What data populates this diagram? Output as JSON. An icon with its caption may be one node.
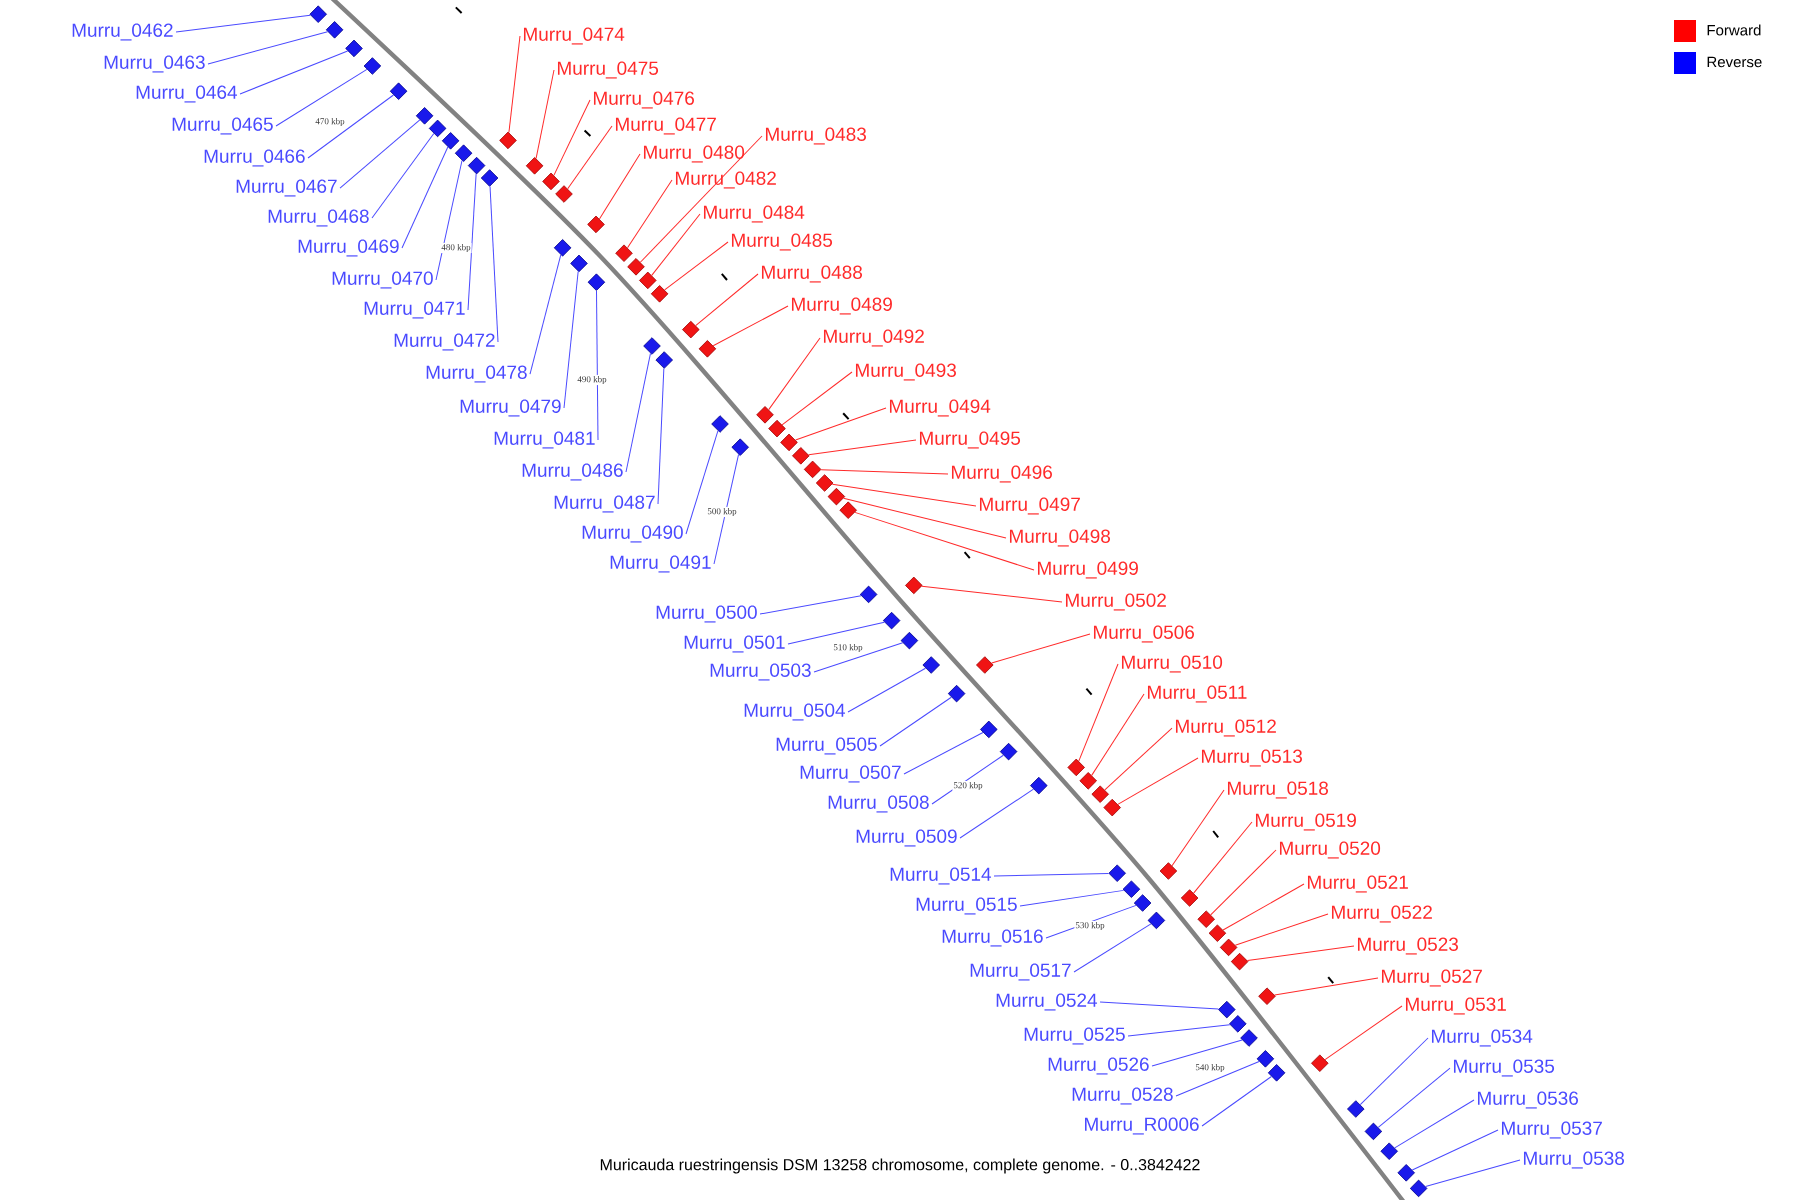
{
  "diagram": {
    "caption": "Muricauda ruestringensis DSM 13258 chromosome, complete genome. - 0..3842422",
    "nodes": [
      {
        "text": [
          "Murru_0462"
        ]
      },
      {
        "text": [
          "Murru_0463"
        ]
      },
      {
        "text": [
          "Murru_0464"
        ]
      },
      {
        "text": [
          "Murru_0465"
        ]
      },
      {
        "text": [
          "Murru_0466"
        ]
      },
      {
        "text": [
          "Murru_0467"
        ]
      },
      {
        "text": [
          "Murru_0468"
        ]
      },
      {
        "text": [
          "Murru_0469"
        ]
      },
      {
        "text": [
          "Murru_0470"
        ]
      },
      {
        "text": [
          "Murru_0471"
        ]
      },
      {
        "text": [
          "Murru_0472"
        ]
      },
      {
        "text": [
          "Murru_0478"
        ]
      },
      {
        "text": [
          "Murru_0479"
        ]
      },
      {
        "text": [
          "Murru_0481"
        ]
      },
      {
        "text": [
          "Murru_0486"
        ]
      },
      {
        "text": [
          "Murru_0487"
        ]
      },
      {
        "text": [
          "Murru_0490"
        ]
      },
      {
        "text": [
          "Murru_0491"
        ]
      },
      {
        "text": [
          "Murru_0500"
        ]
      },
      {
        "text": [
          "Murru_0501"
        ]
      },
      {
        "text": [
          "Murru_0503"
        ]
      },
      {
        "text": [
          "Murru_0504"
        ]
      },
      {
        "text": [
          "Murru_0505"
        ]
      },
      {
        "text": [
          "Murru_0507"
        ]
      },
      {
        "text": [
          "Murru_0508"
        ]
      },
      {
        "text": [
          "Murru_0509"
        ]
      },
      {
        "text": [
          "Murru_0514"
        ]
      },
      {
        "text": [
          "Murru_0515"
        ]
      },
      {
        "text": [
          "Murru_0516"
        ]
      },
      {
        "text": [
          "Murru_0517"
        ]
      },
      {
        "text": [
          "Murru_0524"
        ]
      },
      {
        "text": [
          "Murru_0525"
        ]
      },
      {
        "text": [
          "Murru_0526"
        ]
      },
      {
        "text": [
          "Murru_0528"
        ]
      },
      {
        "text": [
          "Murru_R0006"
        ]
      },
      {
        "text": [
          "Murru_0474"
        ]
      },
      {
        "text": [
          "Murru_0475"
        ]
      },
      {
        "text": [
          "Murru_0476"
        ]
      },
      {
        "text": [
          "Murru_0477"
        ]
      },
      {
        "text": [
          "Murru_0480"
        ]
      },
      {
        "text": [
          "Murru_0482"
        ]
      },
      {
        "text": [
          "Murru_0483"
        ]
      },
      {
        "text": [
          "Murru_0484"
        ]
      },
      {
        "text": [
          "Murru_0485"
        ]
      },
      {
        "text": [
          "Murru_0488"
        ]
      },
      {
        "text": [
          "Murru_0489"
        ]
      },
      {
        "text": [
          "Murru_0492"
        ]
      },
      {
        "text": [
          "Murru_0493"
        ]
      },
      {
        "text": [
          "Murru_0494"
        ]
      },
      {
        "text": [
          "Murru_0495"
        ]
      },
      {
        "text": [
          "Murru_0496"
        ]
      },
      {
        "text": [
          "Murru_0497"
        ]
      },
      {
        "text": [
          "Murru_0498"
        ]
      },
      {
        "text": [
          "Murru_0499"
        ]
      },
      {
        "text": [
          "Murru_0502"
        ]
      },
      {
        "text": [
          "Murru_0506"
        ]
      },
      {
        "text": [
          "Murru_0510"
        ]
      },
      {
        "text": [
          "Murru_0511"
        ]
      },
      {
        "text": [
          "Murru_0512"
        ]
      },
      {
        "text": [
          "Murru_0513"
        ]
      },
      {
        "text": [
          "Murru_0518"
        ]
      },
      {
        "text": [
          "Murru_0519"
        ]
      },
      {
        "text": [
          "Murru_0520"
        ]
      },
      {
        "text": [
          "Murru_0521"
        ]
      },
      {
        "text": [
          "Murru_0522"
        ]
      },
      {
        "text": [
          "Murru_0523"
        ]
      },
      {
        "text": [
          "Murru_0527"
        ]
      },
      {
        "text": [
          "Murru_0531"
        ]
      },
      {
        "text": [
          "Murru_0534"
        ]
      },
      {
        "text": [
          "Murru_0535"
        ]
      },
      {
        "text": [
          "Murru_0536"
        ]
      },
      {
        "text": [
          "Murru_0537"
        ]
      },
      {
        "text": [
          "Murru_0538"
        ]
      },
      {
        "text": [],
        "shape": "diamond"
      },
      {
        "text": [],
        "shape": "diamond"
      },
      {
        "text": [],
        "shape": "diamond"
      },
      {
        "text": [],
        "shape": "diamond"
      },
      {
        "text": [],
        "shape": "diamond"
      },
      {
        "text": [],
        "shape": "diamond"
      },
      {
        "text": [],
        "shape": "diamond"
      },
      {
        "text": [],
        "shape": "diamond"
      },
      {
        "text": [],
        "shape": "diamond"
      },
      {
        "text": [],
        "shape": "diamond"
      },
      {
        "text": [],
        "shape": "diamond"
      },
      {
        "text": [],
        "shape": "diamond"
      },
      {
        "text": [],
        "shape": "diamond"
      },
      {
        "text": [],
        "shape": "diamond"
      },
      {
        "text": [],
        "shape": "diamond"
      },
      {
        "text": [],
        "shape": "diamond"
      },
      {
        "text": [],
        "shape": "diamond"
      },
      {
        "text": [],
        "shape": "diamond"
      },
      {
        "text": [],
        "shape": "diamond"
      },
      {
        "text": [],
        "shape": "diamond"
      },
      {
        "text": [],
        "shape": "diamond"
      },
      {
        "text": [],
        "shape": "diamond"
      },
      {
        "text": [],
        "shape": "diamond"
      },
      {
        "text": [],
        "shape": "diamond"
      },
      {
        "text": [],
        "shape": "diamond"
      },
      {
        "text": [],
        "shape": "diamond"
      },
      {
        "text": [],
        "shape": "diamond"
      },
      {
        "text": [],
        "shape": "diamond"
      },
      {
        "text": [],
        "shape": "diamond"
      },
      {
        "text": [],
        "shape": "diamond"
      },
      {
        "text": [],
        "shape": "diamond"
      },
      {
        "text": [],
        "shape": "diamond"
      },
      {
        "text": [],
        "shape": "diamond"
      },
      {
        "text": [],
        "shape": "diamond"
      },
      {
        "text": [],
        "shape": "diamond"
      },
      {
        "text": [],
        "shape": "diamond"
      },
      {
        "text": [],
        "shape": "diamond"
      },
      {
        "text": [],
        "shape": "diamond"
      },
      {
        "text": [],
        "shape": "diamond"
      },
      {
        "text": [],
        "shape": "diamond"
      },
      {
        "text": [],
        "shape": "diamond"
      },
      {
        "text": [],
        "shape": "diamond"
      },
      {
        "text": [],
        "shape": "diamond"
      },
      {
        "text": [],
        "shape": "diamond"
      },
      {
        "text": [],
        "shape": "diamond"
      },
      {
        "text": [],
        "shape": "diamond"
      },
      {
        "text": [],
        "shape": "diamond"
      },
      {
        "text": [],
        "shape": "diamond"
      },
      {
        "text": [],
        "shape": "diamond"
      },
      {
        "text": [],
        "shape": "diamond"
      },
      {
        "text": [],
        "shape": "diamond"
      },
      {
        "text": [],
        "shape": "diamond"
      },
      {
        "text": [],
        "shape": "diamond"
      },
      {
        "text": [],
        "shape": "diamond"
      },
      {
        "text": [],
        "shape": "diamond"
      },
      {
        "text": [],
        "shape": "diamond"
      },
      {
        "text": [],
        "shape": "diamond"
      },
      {
        "text": [],
        "shape": "diamond"
      },
      {
        "text": [],
        "shape": "diamond"
      },
      {
        "text": [],
        "shape": "diamond"
      },
      {
        "text": [],
        "shape": "diamond"
      },
      {
        "text": [],
        "shape": "diamond"
      },
      {
        "text": [],
        "shape": "diamond"
      },
      {
        "text": [],
        "shape": "diamond"
      },
      {
        "text": [],
        "shape": "diamond"
      },
      {
        "text": [],
        "shape": "diamond"
      },
      {
        "text": [],
        "shape": "diamond"
      },
      {
        "text": [],
        "shape": "diamond"
      },
      {
        "text": [],
        "shape": "diamond"
      },
      {
        "text": [],
        "shape": "diamond"
      },
      {
        "text": [],
        "shape": "diamond"
      },
      {
        "text": [],
        "shape": "diamond"
      },
      {
        "text": [],
        "shape": "diamond"
      }
    ],
    "edges": [
      {
        "from": 0,
        "to": 73,
        "arrow": "none"
      },
      {
        "from": 1,
        "to": 74,
        "arrow": "none"
      },
      {
        "from": 2,
        "to": 75,
        "arrow": "none"
      },
      {
        "from": 3,
        "to": 76,
        "arrow": "none"
      },
      {
        "from": 4,
        "to": 77,
        "arrow": "none"
      },
      {
        "from": 5,
        "to": 78,
        "arrow": "none"
      },
      {
        "from": 6,
        "to": 79,
        "arrow": "none"
      },
      {
        "from": 7,
        "to": 80,
        "arrow": "none"
      },
      {
        "from": 8,
        "to": 81,
        "arrow": "none"
      },
      {
        "from": 9,
        "to": 82,
        "arrow": "none"
      },
      {
        "from": 10,
        "to": 83,
        "arrow": "none"
      },
      {
        "from": 11,
        "to": 88,
        "arrow": "none"
      },
      {
        "from": 12,
        "to": 89,
        "arrow": "none"
      },
      {
        "from": 13,
        "to": 91,
        "arrow": "none"
      },
      {
        "from": 14,
        "to": 96,
        "arrow": "none"
      },
      {
        "from": 15,
        "to": 97,
        "arrow": "none"
      },
      {
        "from": 16,
        "to": 100,
        "arrow": "none"
      },
      {
        "from": 17,
        "to": 101,
        "arrow": "none"
      },
      {
        "from": 18,
        "to": 110,
        "arrow": "none"
      },
      {
        "from": 19,
        "to": 111,
        "arrow": "none"
      },
      {
        "from": 20,
        "to": 113,
        "arrow": "none"
      },
      {
        "from": 21,
        "to": 114,
        "arrow": "none"
      },
      {
        "from": 22,
        "to": 115,
        "arrow": "none"
      },
      {
        "from": 23,
        "to": 117,
        "arrow": "none"
      },
      {
        "from": 24,
        "to": 118,
        "arrow": "none"
      },
      {
        "from": 25,
        "to": 119,
        "arrow": "none"
      },
      {
        "from": 26,
        "to": 124,
        "arrow": "none"
      },
      {
        "from": 27,
        "to": 125,
        "arrow": "none"
      },
      {
        "from": 28,
        "to": 126,
        "arrow": "none"
      },
      {
        "from": 29,
        "to": 127,
        "arrow": "none"
      },
      {
        "from": 30,
        "to": 134,
        "arrow": "none"
      },
      {
        "from": 31,
        "to": 135,
        "arrow": "none"
      },
      {
        "from": 32,
        "to": 136,
        "arrow": "none"
      },
      {
        "from": 33,
        "to": 138,
        "arrow": "none"
      },
      {
        "from": 34,
        "to": 139,
        "arrow": "none"
      },
      {
        "from": 35,
        "to": 84,
        "arrow": "none",
        "color": "#ff2a2a"
      },
      {
        "from": 36,
        "to": 85,
        "arrow": "none",
        "color": "#ff2a2a"
      },
      {
        "from": 37,
        "to": 86,
        "arrow": "none",
        "color": "#ff2a2a"
      },
      {
        "from": 38,
        "to": 87,
        "arrow": "none",
        "color": "#ff2a2a"
      },
      {
        "from": 39,
        "to": 90,
        "arrow": "none",
        "color": "#ff2a2a"
      },
      {
        "from": 40,
        "to": 92,
        "arrow": "none",
        "color": "#ff2a2a"
      },
      {
        "from": 41,
        "to": 93,
        "arrow": "none",
        "color": "#ff2a2a"
      },
      {
        "from": 42,
        "to": 94,
        "arrow": "none",
        "color": "#ff2a2a"
      },
      {
        "from": 43,
        "to": 95,
        "arrow": "none",
        "color": "#ff2a2a"
      },
      {
        "from": 44,
        "to": 98,
        "arrow": "none",
        "color": "#ff2a2a"
      },
      {
        "from": 45,
        "to": 99,
        "arrow": "none",
        "color": "#ff2a2a"
      },
      {
        "from": 46,
        "to": 102,
        "arrow": "none",
        "color": "#ff2a2a"
      },
      {
        "from": 47,
        "to": 103,
        "arrow": "none",
        "color": "#ff2a2a"
      },
      {
        "from": 48,
        "to": 104,
        "arrow": "none",
        "color": "#ff2a2a"
      },
      {
        "from": 49,
        "to": 105,
        "arrow": "none",
        "color": "#ff2a2a"
      },
      {
        "from": 50,
        "to": 106,
        "arrow": "none",
        "color": "#ff2a2a"
      },
      {
        "from": 51,
        "to": 107,
        "arrow": "none",
        "color": "#ff2a2a"
      },
      {
        "from": 52,
        "to": 108,
        "arrow": "none",
        "color": "#ff2a2a"
      },
      {
        "from": 53,
        "to": 109,
        "arrow": "none",
        "color": "#ff2a2a"
      },
      {
        "from": 54,
        "to": 112,
        "arrow": "none",
        "color": "#ff2a2a"
      },
      {
        "from": 55,
        "to": 116,
        "arrow": "none",
        "color": "#ff2a2a"
      },
      {
        "from": 56,
        "to": 120,
        "arrow": "none",
        "color": "#ff2a2a"
      },
      {
        "from": 57,
        "to": 121,
        "arrow": "none",
        "color": "#ff2a2a"
      },
      {
        "from": 58,
        "to": 122,
        "arrow": "none",
        "color": "#ff2a2a"
      },
      {
        "from": 59,
        "to": 123,
        "arrow": "none",
        "color": "#ff2a2a"
      },
      {
        "from": 60,
        "to": 128,
        "arrow": "none",
        "color": "#ff2a2a"
      },
      {
        "from": 61,
        "to": 129,
        "arrow": "none",
        "color": "#ff2a2a"
      },
      {
        "from": 62,
        "to": 130,
        "arrow": "none",
        "color": "#ff2a2a"
      },
      {
        "from": 63,
        "to": 131,
        "arrow": "none",
        "color": "#ff2a2a"
      },
      {
        "from": 64,
        "to": 132,
        "arrow": "none",
        "color": "#ff2a2a"
      },
      {
        "from": 65,
        "to": 133,
        "arrow": "none",
        "color": "#ff2a2a"
      },
      {
        "from": 66,
        "to": 137,
        "arrow": "none",
        "color": "#ff2a2a"
      },
      {
        "from": 67,
        "to": 140,
        "arrow": "none",
        "color": "#ff2a2a"
      },
      {
        "from": 68,
        "to": 141,
        "arrow": "none"
      },
      {
        "from": 69,
        "to": 142,
        "arrow": "none"
      },
      {
        "from": 70,
        "to": 143,
        "arrow": "none"
      },
      {
        "from": 71,
        "to": 144,
        "arrow": "none"
      },
      {
        "from": 72,
        "to": 145,
        "arrow": "none"
      }
    ],
    "labels": [
      "470 kbp",
      "480 kbp",
      "490 kbp",
      "500 kbp",
      "510 kbp",
      "520 kbp",
      "530 kbp",
      "540 kbp"
    ],
    "legend": [
      {
        "text": "Forward",
        "color": "#ff0000"
      },
      {
        "text": "Reverse",
        "color": "#0000ff"
      }
    ]
  }
}
